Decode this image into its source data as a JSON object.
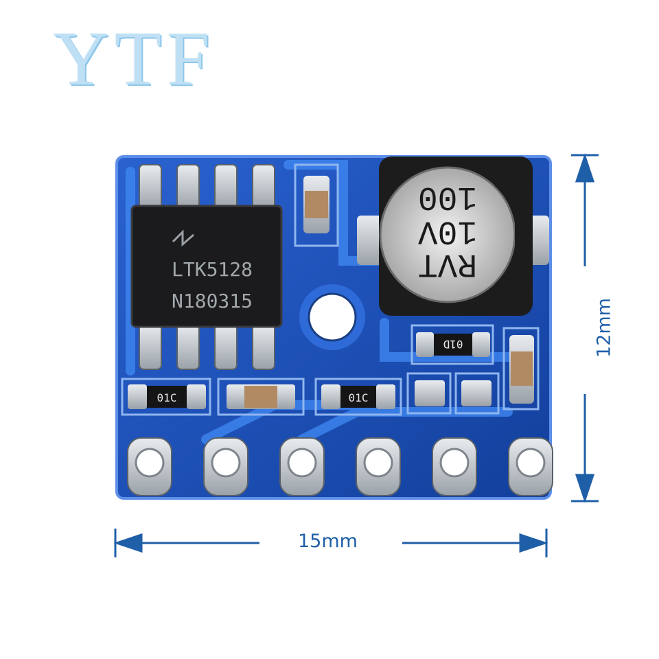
{
  "watermark": "YTF",
  "dimensions": {
    "width": "15mm",
    "height": "12mm"
  },
  "chip": {
    "line1": "LTK5128",
    "line2": "N180315"
  },
  "capacitor": {
    "line1": "RVT",
    "line2": "10V",
    "line3": "100"
  },
  "resistor_codes": [
    "01C",
    "01C",
    "01D"
  ],
  "pins": 6,
  "colors": {
    "pcb": "#1a4fb8",
    "pcb_edge": "#2f6fe0",
    "pad": "#c8cdd3",
    "dim_line": "#1f5fa8",
    "watermark": "#bfe0f4"
  }
}
